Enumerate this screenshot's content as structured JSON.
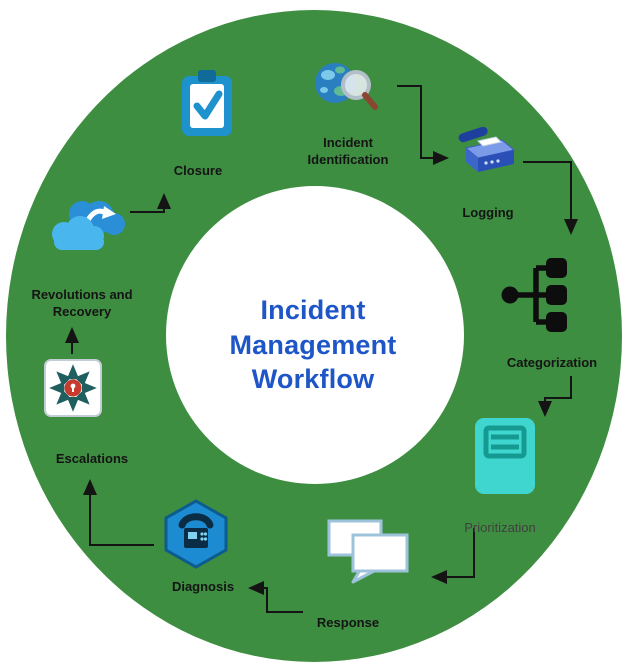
{
  "title": "Incident Management Workflow",
  "stages": [
    {
      "id": "incident-identification",
      "label": "Incident Identification",
      "icon": "globe-search-icon"
    },
    {
      "id": "logging",
      "label": "Logging",
      "icon": "fax-icon"
    },
    {
      "id": "categorization",
      "label": "Categorization",
      "icon": "sitemap-icon"
    },
    {
      "id": "prioritization",
      "label": "Prioritization",
      "icon": "document-list-icon"
    },
    {
      "id": "response",
      "label": "Response",
      "icon": "chat-bubbles-icon"
    },
    {
      "id": "diagnosis",
      "label": "Diagnosis",
      "icon": "phone-hexagon-icon"
    },
    {
      "id": "escalations",
      "label": "Escalations",
      "icon": "expand-arrows-lock-icon"
    },
    {
      "id": "resolution-recovery",
      "label": "Revolutions and Recovery",
      "icon": "cloud-arrow-icon"
    },
    {
      "id": "closure",
      "label": "Closure",
      "icon": "clipboard-check-icon"
    }
  ],
  "colors": {
    "ring_green": "#3e8e41",
    "title_blue": "#1e56c8",
    "label_text": "#141414",
    "arrow_black": "#141414",
    "prioritization_teal": "#40d6d0",
    "icon_blue": "#1d8bd1"
  }
}
